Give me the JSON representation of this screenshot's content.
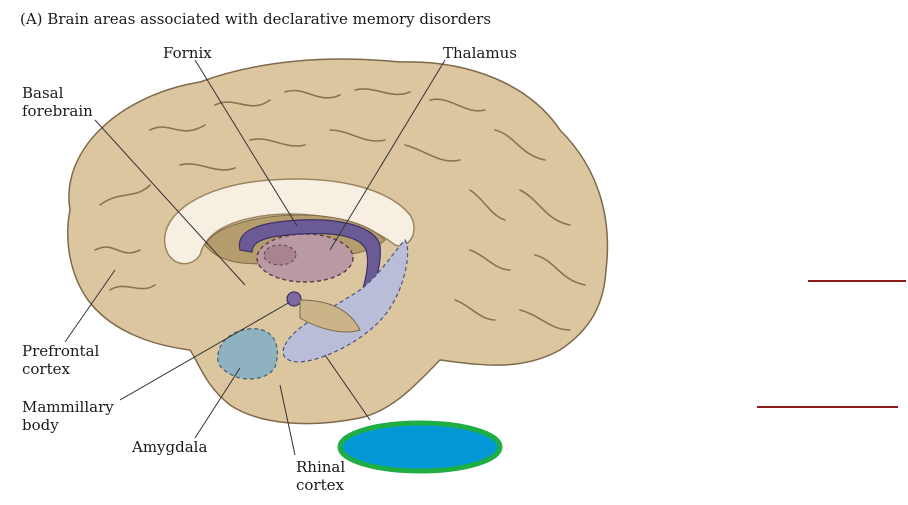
{
  "title": "(A)  Brain areas associated with declarative memory disorders",
  "labels": {
    "fornix": "Fornix",
    "thalamus": "Thalamus",
    "basal_forebrain_1": "Basal",
    "basal_forebrain_2": "forebrain",
    "prefrontal_1": "Prefrontal",
    "prefrontal_2": "cortex",
    "mammillary_1": "Mammillary",
    "mammillary_2": "body",
    "amygdala": "Amygdala",
    "rhinal_1": "Rhinal",
    "rhinal_2": "cortex"
  },
  "colors": {
    "brain": "#dcc6a0",
    "fornix": "#6a5b96",
    "thalamus": "#b99aa3",
    "hippocampus": "#b9bdd8",
    "amygdala": "#8fb2c1",
    "blank_fill": "#0598d6",
    "blank_stroke": "#1fae44",
    "answer_line": "#8b1a1a"
  }
}
